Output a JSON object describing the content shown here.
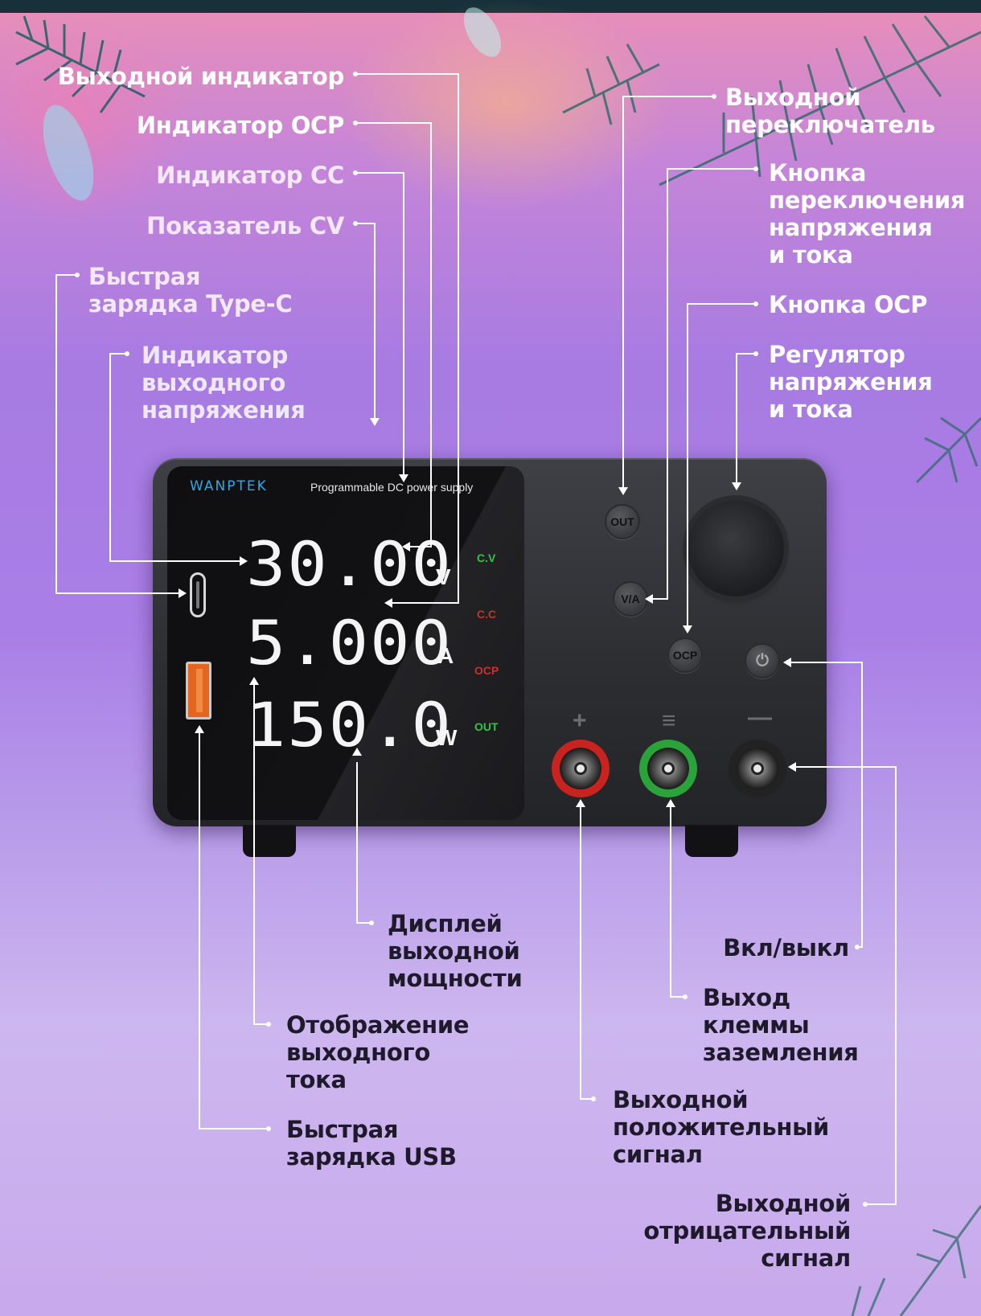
{
  "device": {
    "brand": "WANPTEK",
    "subtitle": "Programmable DC power supply",
    "voltage": "30.00",
    "current": "5.000",
    "power": "150.0",
    "unit_v": "V",
    "unit_a": "A",
    "unit_w": "W",
    "indicators": {
      "cv": "C.V",
      "cc": "C.C",
      "ocp": "OCP",
      "out": "OUT"
    },
    "buttons": {
      "out": "OUT",
      "va": "V/A",
      "ocp": "OCP"
    },
    "terminal_signs": {
      "plus": "+",
      "ground": "≡",
      "minus": "—"
    }
  },
  "labels": {
    "output_indicator": "Выходной индикатор",
    "ocp_indicator": "Индикатор OCP",
    "cc_indicator": "Индикатор CC",
    "cv_indicator": "Показатель CV",
    "typec": "Быстрая\nзарядка Type-C",
    "voltage_indicator": "Индикатор\nвыходного\nнапряжения",
    "output_switch": "Выходной\nпереключатель",
    "va_button": "Кнопка\nпереключения\nнапряжения\nи тока",
    "ocp_button": "Кнопка OCP",
    "regulator": "Регулятор\nнапряжения\nи тока",
    "power_display": "Дисплей\nвыходной\nмощности",
    "current_display": "Отображение\nвыходного\nтока",
    "usb": "Быстрая\nзарядка USB",
    "onoff": "Вкл/выкл",
    "ground": "Выход\nклеммы\nзаземления",
    "positive": "Выходной\nположительный\nсигнал",
    "negative": "Выходной\nотрицательный\nсигнал"
  },
  "colors": {
    "brand": "#2da8e8",
    "indicator_green": "#34c34a",
    "indicator_red": "#c93030",
    "terminal_positive": "#c8231e",
    "terminal_ground": "#2aa33a",
    "terminal_negative": "#222222"
  }
}
